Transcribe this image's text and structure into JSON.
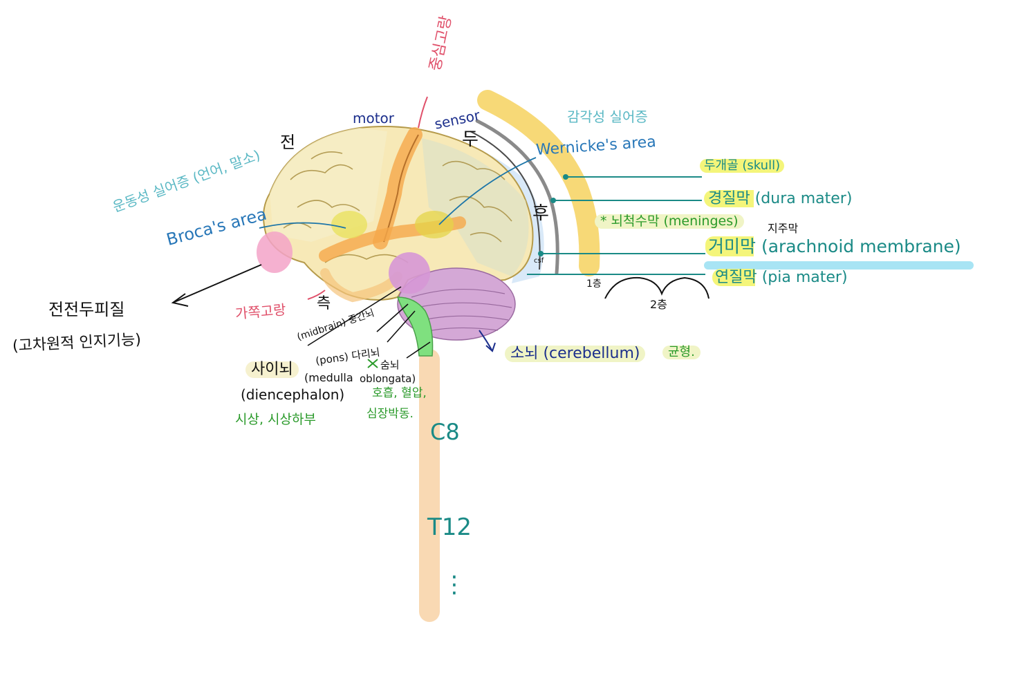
{
  "labels": {
    "central_sulcus": "중심고랑",
    "motor": "motor",
    "sensor": "sensor",
    "frontal": "전",
    "parietal": "두",
    "occipital": "후",
    "temporal": "측",
    "somatosensory_assoc": "감각성 실어증",
    "wernicke": "Wernicke's area",
    "motor_aphasia": "운동성 실어증 (언어, 말소)",
    "broca": "Broca's area",
    "prefrontal_line1": "전전두피질",
    "prefrontal_line2": "(고차원적 인지기능)",
    "lateral_sulcus": "가쪽고랑",
    "midbrain": "(midbrain) 중간뇌",
    "pons": "(pons) 다리뇌",
    "diencephalon_kr": "사이뇌",
    "diencephalon_en": "(diencephalon)",
    "diencephalon_fn": "시상, 시상하부",
    "medulla": "(medulla",
    "medulla_kr": "숨뇌",
    "oblongata": "oblongata)",
    "medulla_fn1": "호흡, 혈압,",
    "medulla_fn2": "심장박동.",
    "cerebellum": "소뇌 (cerebellum)",
    "cerebellum_fn": "균형.",
    "skull": "두개골 (skull)",
    "dura": "경질막 (dura mater)",
    "meninges": "* 뇌척수막 (meninges)",
    "subarachnoid": "지주막",
    "arachnoid": "거미막 (arachnoid membrane)",
    "pia": "연질막 (pia mater)",
    "csf": "csf",
    "layer1": "1층",
    "layer2": "2층",
    "c8": "C8",
    "t12": "T12",
    "dots": "⋮"
  },
  "colors": {
    "teal": "#1a8a86",
    "navy": "#1c2f8c",
    "pink": "#e0506a",
    "green": "#2a9a2a",
    "sky": "#5ab8c4",
    "highlight_yellow": "#f4f57a",
    "spine": "#f9d9b3",
    "brain": "#f7e9b7",
    "cerebellum": "#d4a8d6",
    "brainstem": "#7fe07f"
  }
}
